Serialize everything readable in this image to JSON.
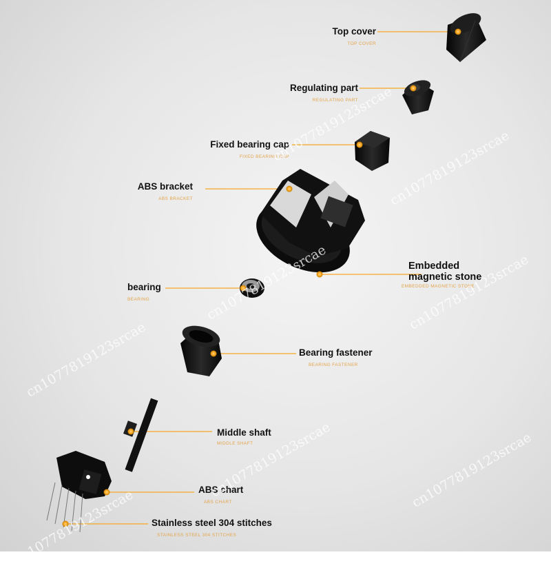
{
  "labels": {
    "top_cover": {
      "title": "Top cover",
      "subtitle": "TOP COVER"
    },
    "regulating_part": {
      "title": "Regulating part",
      "subtitle": "REGULATING PART"
    },
    "fixed_bearing_cap": {
      "title": "Fixed bearing cap",
      "subtitle": "FIXED BEARING CAP"
    },
    "abs_bracket": {
      "title": "ABS bracket",
      "subtitle": "ABS BRACKET"
    },
    "embedded_magnetic_stone": {
      "title_line1": "Embedded",
      "title_line2": "magnetic stone",
      "subtitle": "EMBEDDED MAGNETIC STONE"
    },
    "bearing": {
      "title": "bearing",
      "subtitle": "BEARING"
    },
    "bearing_fastener": {
      "title": "Bearing fastener",
      "subtitle": "BEARING FASTENER"
    },
    "middle_shaft": {
      "title": "Middle shaft",
      "subtitle": "MIDDLE SHAFT"
    },
    "abs_chart": {
      "title": "ABS chart",
      "subtitle": "ABS CHART"
    },
    "stainless_stitches": {
      "title": "Stainless steel 304 stitches",
      "subtitle": "STAINLESS STEEL 304 STITCHES"
    }
  },
  "watermark": {
    "text": "cn1077819123srcae"
  },
  "colors": {
    "accent": "#f5a623",
    "part": "#141414",
    "background": "#e8e8e8"
  }
}
